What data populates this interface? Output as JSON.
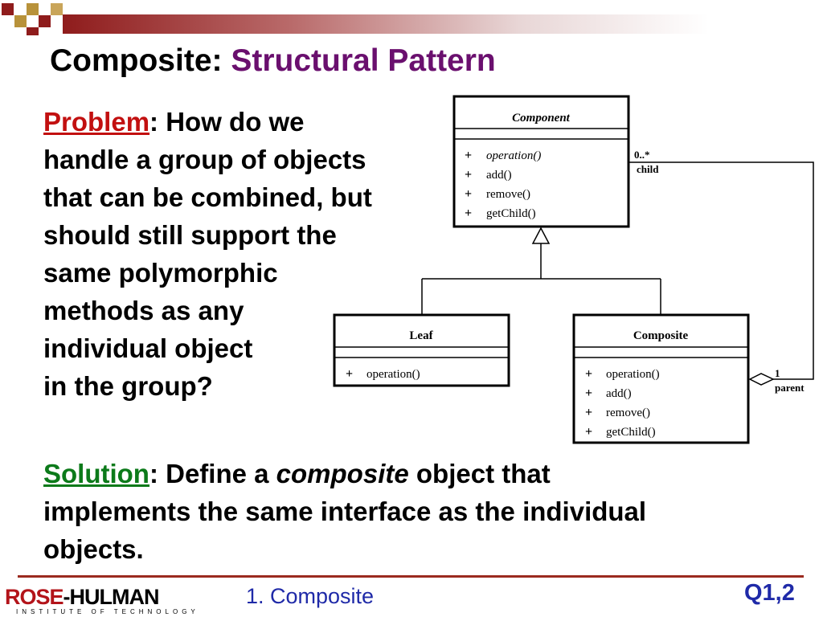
{
  "title": {
    "prefix": "Composite: ",
    "accent": "Structural Pattern"
  },
  "problem": {
    "keyword": "Problem",
    "lines": [
      ": How do we",
      "handle a group of objects",
      "that can be combined, but",
      "should still support the",
      "same polymorphic",
      "methods as any",
      "individual object",
      "in the group?"
    ]
  },
  "solution": {
    "keyword": "Solution",
    "text_before": ": Define a ",
    "emphasis": "composite",
    "text_after": " object that",
    "lines": [
      "implements the same interface as the individual",
      "objects."
    ]
  },
  "diagram": {
    "component": {
      "name": "Component",
      "methods": [
        "operation()",
        "add()",
        "remove()",
        "getChild()"
      ]
    },
    "leaf": {
      "name": "Leaf",
      "methods": [
        "operation()"
      ]
    },
    "composite": {
      "name": "Composite",
      "methods": [
        "operation()",
        "add()",
        "remove()",
        "getChild()"
      ]
    },
    "visibility_symbol": "+",
    "child_multiplicity": "0..*",
    "child_role": "child",
    "parent_multiplicity": "1",
    "parent_role": "parent"
  },
  "footer": {
    "logo_part1": "ROSE",
    "logo_part2": "-HULMAN",
    "logo_sub": "INSTITUTE OF TECHNOLOGY",
    "topic": "1. Composite",
    "slide_ref": "Q1,2"
  },
  "colors": {
    "accent_purple": "#6a0f6e",
    "problem_red": "#c21010",
    "solution_green": "#0c7a1a",
    "footer_blue": "#1f2aa8",
    "brand_red": "#b3141a"
  }
}
